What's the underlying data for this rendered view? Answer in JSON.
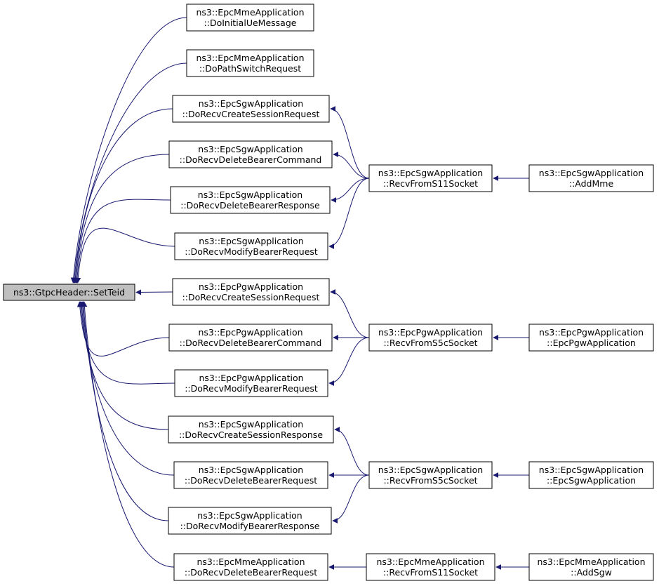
{
  "colors": {
    "edge": "#191970",
    "node_border": "#000000",
    "node_fill": "#ffffff",
    "root_fill": "#bfbfbf",
    "text": "#000000"
  },
  "root": {
    "id": "set-teid",
    "lines": [
      "ns3::GtpcHeader::SetTeid"
    ]
  },
  "callers": [
    {
      "id": "mme-do-initial-ue-message",
      "lines": [
        "ns3::EpcMmeApplication",
        "::DoInitialUeMessage"
      ]
    },
    {
      "id": "mme-do-path-switch-request",
      "lines": [
        "ns3::EpcMmeApplication",
        "::DoPathSwitchRequest"
      ]
    },
    {
      "id": "sgw-do-recv-create-session-request",
      "lines": [
        "ns3::EpcSgwApplication",
        "::DoRecvCreateSessionRequest"
      ]
    },
    {
      "id": "sgw-do-recv-delete-bearer-command",
      "lines": [
        "ns3::EpcSgwApplication",
        "::DoRecvDeleteBearerCommand"
      ]
    },
    {
      "id": "sgw-do-recv-delete-bearer-response",
      "lines": [
        "ns3::EpcSgwApplication",
        "::DoRecvDeleteBearerResponse"
      ]
    },
    {
      "id": "sgw-do-recv-modify-bearer-request",
      "lines": [
        "ns3::EpcSgwApplication",
        "::DoRecvModifyBearerRequest"
      ]
    },
    {
      "id": "pgw-do-recv-create-session-request",
      "lines": [
        "ns3::EpcPgwApplication",
        "::DoRecvCreateSessionRequest"
      ]
    },
    {
      "id": "pgw-do-recv-delete-bearer-command",
      "lines": [
        "ns3::EpcPgwApplication",
        "::DoRecvDeleteBearerCommand"
      ]
    },
    {
      "id": "pgw-do-recv-modify-bearer-request",
      "lines": [
        "ns3::EpcPgwApplication",
        "::DoRecvModifyBearerRequest"
      ]
    },
    {
      "id": "sgw-do-recv-create-session-response",
      "lines": [
        "ns3::EpcSgwApplication",
        "::DoRecvCreateSessionResponse"
      ]
    },
    {
      "id": "sgw-do-recv-delete-bearer-request",
      "lines": [
        "ns3::EpcSgwApplication",
        "::DoRecvDeleteBearerRequest"
      ]
    },
    {
      "id": "sgw-do-recv-modify-bearer-response",
      "lines": [
        "ns3::EpcSgwApplication",
        "::DoRecvModifyBearerResponse"
      ]
    },
    {
      "id": "mme-do-recv-delete-bearer-request",
      "lines": [
        "ns3::EpcMmeApplication",
        "::DoRecvDeleteBearerRequest"
      ]
    }
  ],
  "receivers": [
    {
      "id": "sgw-recv-from-s11-socket",
      "lines": [
        "ns3::EpcSgwApplication",
        "::RecvFromS11Socket"
      ]
    },
    {
      "id": "pgw-recv-from-s5c-socket",
      "lines": [
        "ns3::EpcPgwApplication",
        "::RecvFromS5cSocket"
      ]
    },
    {
      "id": "sgw-recv-from-s5c-socket",
      "lines": [
        "ns3::EpcSgwApplication",
        "::RecvFromS5cSocket"
      ]
    },
    {
      "id": "mme-recv-from-s11-socket",
      "lines": [
        "ns3::EpcMmeApplication",
        "::RecvFromS11Socket"
      ]
    }
  ],
  "entry_points": [
    {
      "id": "sgw-add-mme",
      "lines": [
        "ns3::EpcSgwApplication",
        "::AddMme"
      ]
    },
    {
      "id": "pgw-constructor",
      "lines": [
        "ns3::EpcPgwApplication",
        "::EpcPgwApplication"
      ]
    },
    {
      "id": "sgw-constructor",
      "lines": [
        "ns3::EpcSgwApplication",
        "::EpcSgwApplication"
      ]
    },
    {
      "id": "mme-add-sgw",
      "lines": [
        "ns3::EpcMmeApplication",
        "::AddSgw"
      ]
    }
  ],
  "edges": [
    {
      "from": "mme-do-initial-ue-message",
      "to": "set-teid"
    },
    {
      "from": "mme-do-path-switch-request",
      "to": "set-teid"
    },
    {
      "from": "sgw-do-recv-create-session-request",
      "to": "set-teid"
    },
    {
      "from": "sgw-do-recv-delete-bearer-command",
      "to": "set-teid"
    },
    {
      "from": "sgw-do-recv-delete-bearer-response",
      "to": "set-teid"
    },
    {
      "from": "sgw-do-recv-modify-bearer-request",
      "to": "set-teid"
    },
    {
      "from": "pgw-do-recv-create-session-request",
      "to": "set-teid"
    },
    {
      "from": "pgw-do-recv-delete-bearer-command",
      "to": "set-teid"
    },
    {
      "from": "pgw-do-recv-modify-bearer-request",
      "to": "set-teid"
    },
    {
      "from": "sgw-do-recv-create-session-response",
      "to": "set-teid"
    },
    {
      "from": "sgw-do-recv-delete-bearer-request",
      "to": "set-teid"
    },
    {
      "from": "sgw-do-recv-modify-bearer-response",
      "to": "set-teid"
    },
    {
      "from": "mme-do-recv-delete-bearer-request",
      "to": "set-teid"
    },
    {
      "from": "sgw-recv-from-s11-socket",
      "to": "sgw-do-recv-create-session-request"
    },
    {
      "from": "sgw-recv-from-s11-socket",
      "to": "sgw-do-recv-delete-bearer-command"
    },
    {
      "from": "sgw-recv-from-s11-socket",
      "to": "sgw-do-recv-delete-bearer-response"
    },
    {
      "from": "sgw-recv-from-s11-socket",
      "to": "sgw-do-recv-modify-bearer-request"
    },
    {
      "from": "pgw-recv-from-s5c-socket",
      "to": "pgw-do-recv-create-session-request"
    },
    {
      "from": "pgw-recv-from-s5c-socket",
      "to": "pgw-do-recv-delete-bearer-command"
    },
    {
      "from": "pgw-recv-from-s5c-socket",
      "to": "pgw-do-recv-modify-bearer-request"
    },
    {
      "from": "sgw-recv-from-s5c-socket",
      "to": "sgw-do-recv-create-session-response"
    },
    {
      "from": "sgw-recv-from-s5c-socket",
      "to": "sgw-do-recv-delete-bearer-request"
    },
    {
      "from": "sgw-recv-from-s5c-socket",
      "to": "sgw-do-recv-modify-bearer-response"
    },
    {
      "from": "mme-recv-from-s11-socket",
      "to": "mme-do-recv-delete-bearer-request"
    },
    {
      "from": "sgw-add-mme",
      "to": "sgw-recv-from-s11-socket"
    },
    {
      "from": "pgw-constructor",
      "to": "pgw-recv-from-s5c-socket"
    },
    {
      "from": "sgw-constructor",
      "to": "sgw-recv-from-s5c-socket"
    },
    {
      "from": "mme-add-sgw",
      "to": "mme-recv-from-s11-socket"
    }
  ]
}
